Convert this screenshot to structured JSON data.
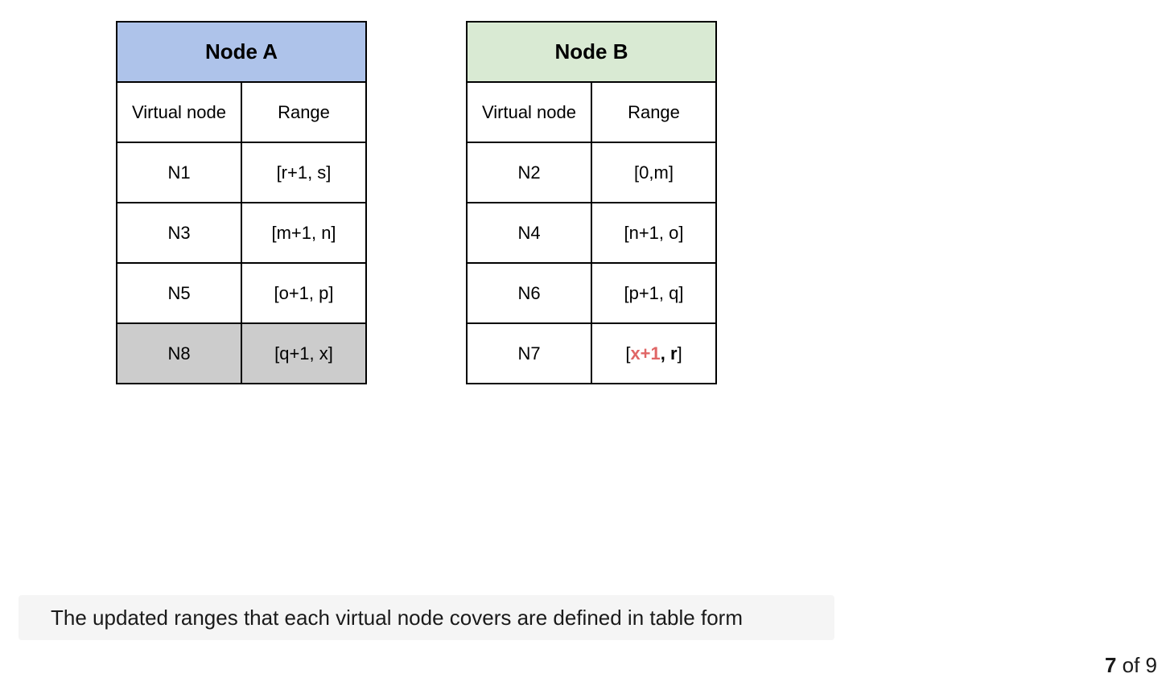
{
  "tables": [
    {
      "title": "Node A",
      "header_color": "#aec3ea",
      "columns": [
        "Virtual node",
        "Range"
      ],
      "rows": [
        {
          "node": "N1",
          "range": "[r+1, s]"
        },
        {
          "node": "N3",
          "range": "[m+1, n]"
        },
        {
          "node": "N5",
          "range": "[o+1, p]"
        },
        {
          "node": "N8",
          "range": "[q+1, x]"
        }
      ],
      "shaded_row_color": "#cccccc"
    },
    {
      "title": "Node B",
      "header_color": "#d9ead3",
      "columns": [
        "Virtual node",
        "Range"
      ],
      "rows": [
        {
          "node": "N2",
          "range": "[0,m]"
        },
        {
          "node": "N4",
          "range": "[n+1, o]"
        },
        {
          "node": "N6",
          "range": "[p+1, q]"
        },
        {
          "node": "N7",
          "range_parts": {
            "open": "[",
            "start": "x+1",
            "sep": ", ",
            "end": "r",
            "close": "]"
          }
        }
      ],
      "highlight_color": "#e06666"
    }
  ],
  "caption": "The updated ranges that each virtual node covers are defined in table form",
  "pagination": {
    "current": "7",
    "of_text": " of 9"
  }
}
